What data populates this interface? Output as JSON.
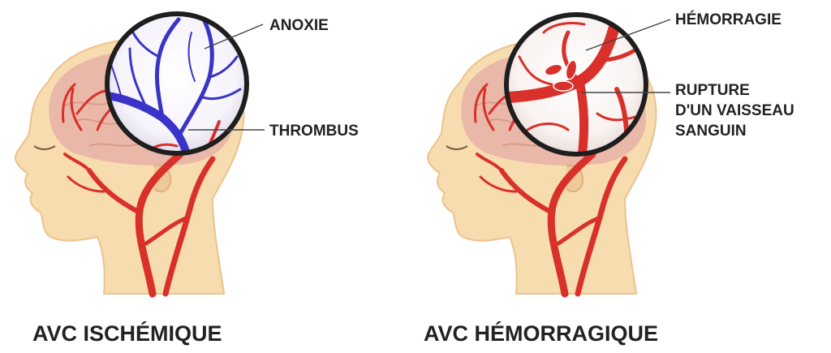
{
  "diagram": {
    "panels": [
      {
        "caption": "AVC ISCHÉMIQUE",
        "callouts": [
          "ANOXIE",
          "THROMBUS"
        ]
      },
      {
        "caption": "AVC HÉMORRAGIQUE",
        "callouts": [
          "HÉMORRAGIE",
          "RUPTURE",
          "D'UN VAISSEAU",
          "SANGUIN"
        ]
      }
    ]
  },
  "colors": {
    "skin": "#f7dcb0",
    "skin_edge": "#ecc28c",
    "brain": "#eab8a8",
    "artery": "#d9302a",
    "thrombus_vessel": "#3a33c8",
    "lens_ring": "#1e1e1e",
    "text": "#222222"
  }
}
